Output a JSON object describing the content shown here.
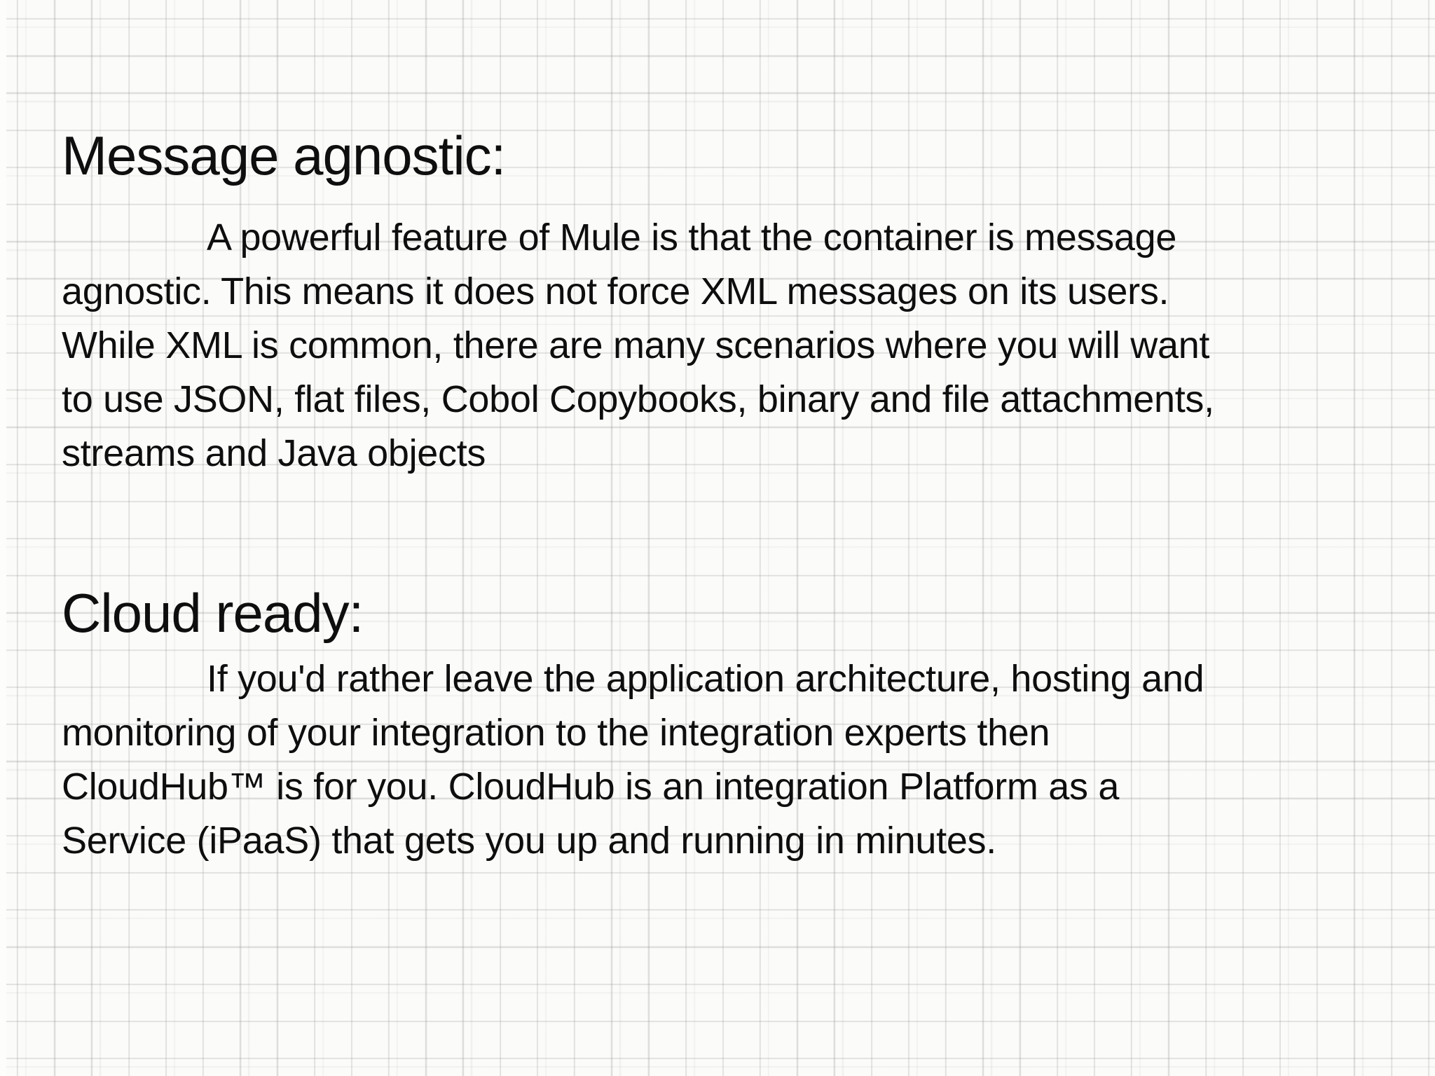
{
  "colors": {
    "background": "#fbfbf9",
    "grid_line": "#d4d4d2",
    "text": "#0e0e0e"
  },
  "sections": [
    {
      "heading": "Message agnostic:",
      "lines": [
        "A powerful feature of Mule is that the container is message",
        "agnostic. This means it does not force XML messages on its users.",
        "While XML is common, there are many scenarios where you will want",
        "to use JSON, flat files, Cobol Copybooks, binary and file attachments,",
        "streams and Java objects"
      ]
    },
    {
      "heading": "Cloud ready:",
      "lines": [
        "If you'd rather leave the application architecture, hosting and",
        "monitoring of your integration to the integration experts then",
        "CloudHub™ is for you. CloudHub is an integration Platform as a",
        "Service (iPaaS) that gets you up and running in minutes."
      ]
    }
  ]
}
